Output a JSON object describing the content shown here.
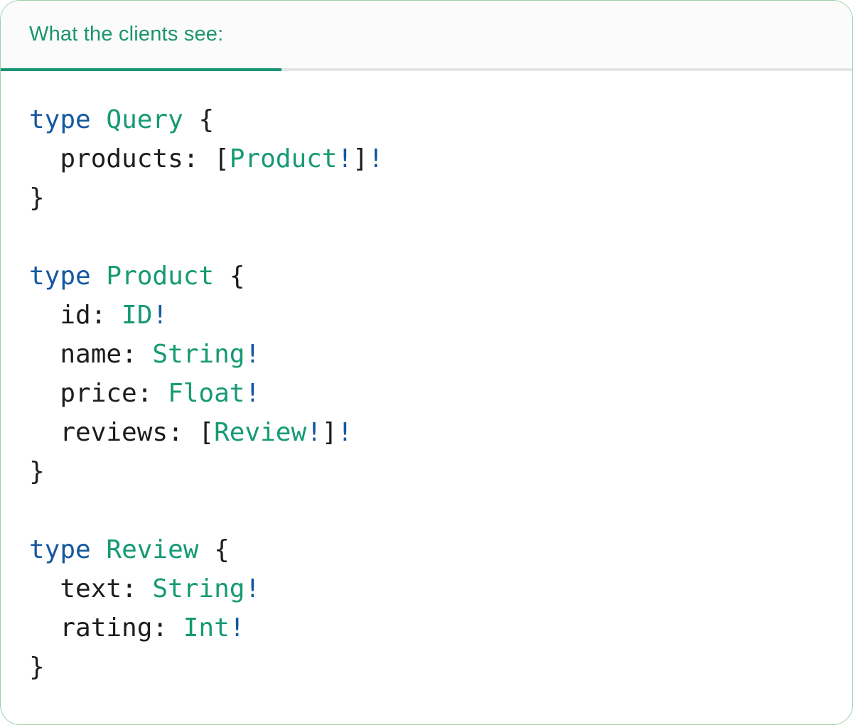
{
  "panel": {
    "header": {
      "title": "What the clients see:"
    },
    "colors": {
      "keyword": "#1558A0",
      "type": "#169A73",
      "plain": "#1B1D1F",
      "header_green": "#1A946F",
      "underline_green": "#1B9377",
      "underline_gray": "#E3E4E4",
      "border": "#9CCFAA",
      "header_bg": "#FAFBFA"
    },
    "code": {
      "language": "graphql",
      "lines": [
        [
          {
            "t": "type",
            "c": "keyword"
          },
          {
            "t": " ",
            "c": "plain"
          },
          {
            "t": "Query",
            "c": "type"
          },
          {
            "t": " {",
            "c": "plain"
          }
        ],
        [
          {
            "t": "  products: [",
            "c": "plain"
          },
          {
            "t": "Product",
            "c": "type"
          },
          {
            "t": "!",
            "c": "keyword"
          },
          {
            "t": "]",
            "c": "plain"
          },
          {
            "t": "!",
            "c": "keyword"
          }
        ],
        [
          {
            "t": "}",
            "c": "plain"
          }
        ],
        [],
        [
          {
            "t": "type",
            "c": "keyword"
          },
          {
            "t": " ",
            "c": "plain"
          },
          {
            "t": "Product",
            "c": "type"
          },
          {
            "t": " {",
            "c": "plain"
          }
        ],
        [
          {
            "t": "  id: ",
            "c": "plain"
          },
          {
            "t": "ID",
            "c": "type"
          },
          {
            "t": "!",
            "c": "keyword"
          }
        ],
        [
          {
            "t": "  name: ",
            "c": "plain"
          },
          {
            "t": "String",
            "c": "type"
          },
          {
            "t": "!",
            "c": "keyword"
          }
        ],
        [
          {
            "t": "  price: ",
            "c": "plain"
          },
          {
            "t": "Float",
            "c": "type"
          },
          {
            "t": "!",
            "c": "keyword"
          }
        ],
        [
          {
            "t": "  reviews: [",
            "c": "plain"
          },
          {
            "t": "Review",
            "c": "type"
          },
          {
            "t": "!",
            "c": "keyword"
          },
          {
            "t": "]",
            "c": "plain"
          },
          {
            "t": "!",
            "c": "keyword"
          }
        ],
        [
          {
            "t": "}",
            "c": "plain"
          }
        ],
        [],
        [
          {
            "t": "type",
            "c": "keyword"
          },
          {
            "t": " ",
            "c": "plain"
          },
          {
            "t": "Review",
            "c": "type"
          },
          {
            "t": " {",
            "c": "plain"
          }
        ],
        [
          {
            "t": "  text: ",
            "c": "plain"
          },
          {
            "t": "String",
            "c": "type"
          },
          {
            "t": "!",
            "c": "keyword"
          }
        ],
        [
          {
            "t": "  rating: ",
            "c": "plain"
          },
          {
            "t": "Int",
            "c": "type"
          },
          {
            "t": "!",
            "c": "keyword"
          }
        ],
        [
          {
            "t": "}",
            "c": "plain"
          }
        ]
      ]
    }
  }
}
